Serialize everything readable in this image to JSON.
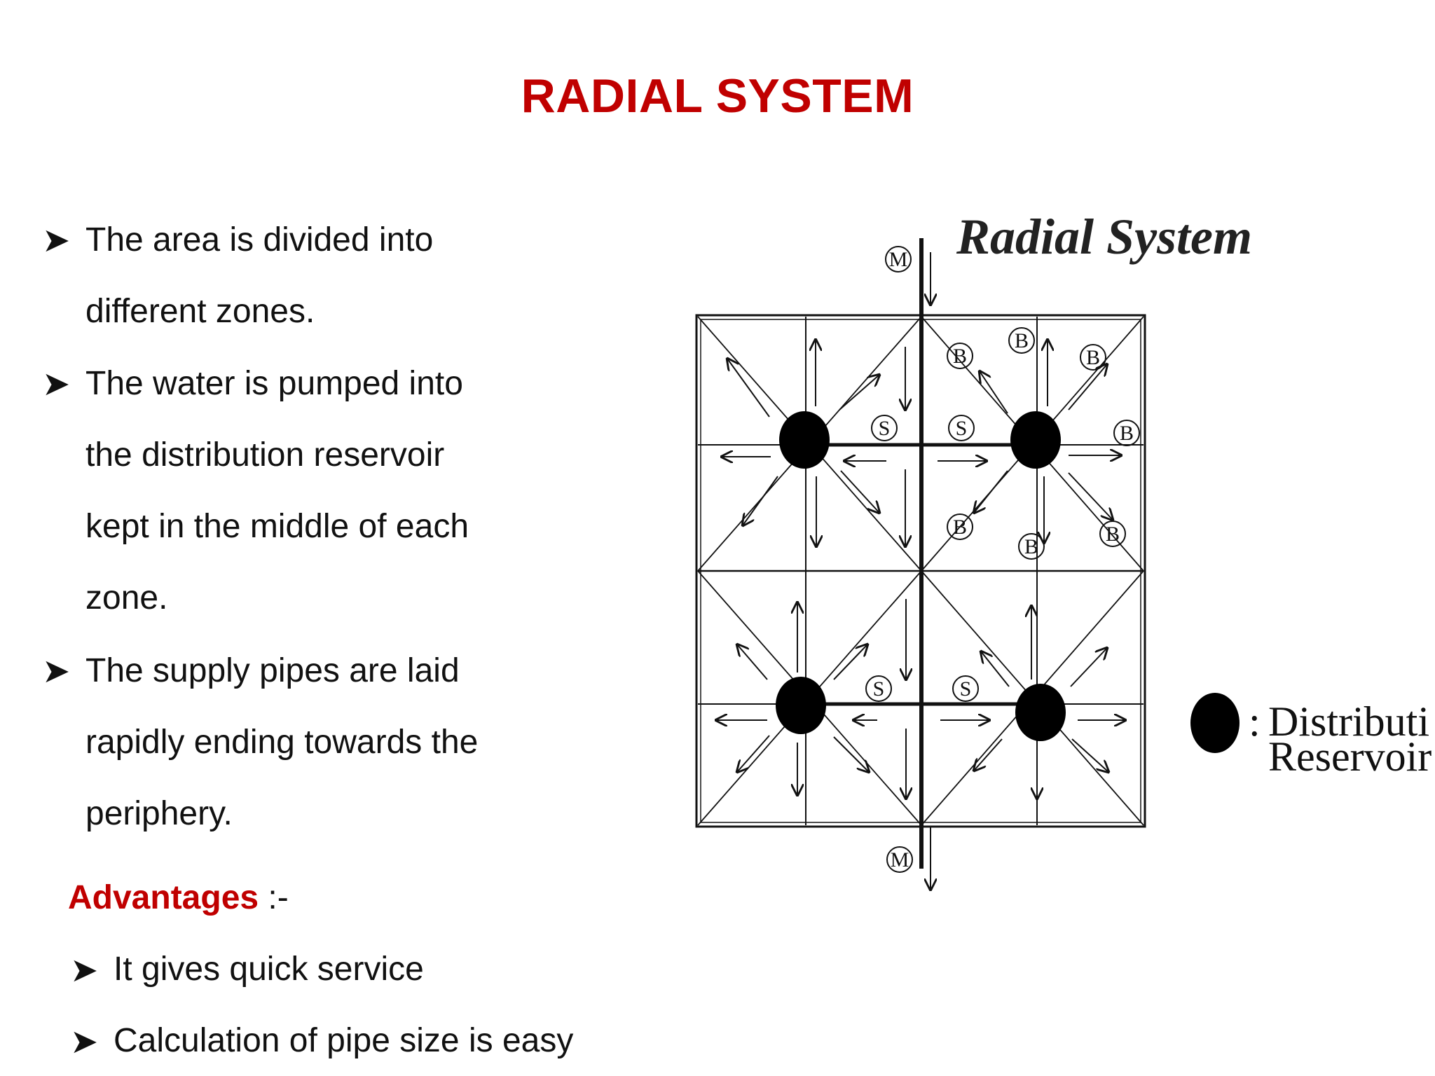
{
  "slide": {
    "title": "RADIAL SYSTEM"
  },
  "bullets": [
    {
      "lines": [
        "The area is divided into",
        "different zones."
      ]
    },
    {
      "lines": [
        "The water is pumped into",
        "the distribution reservoir",
        "kept in the middle of each",
        "zone."
      ]
    },
    {
      "lines": [
        "The supply pipes are laid",
        "rapidly ending towards the",
        "periphery."
      ]
    }
  ],
  "advantages": {
    "heading": "Advantages",
    "suffix": " :-",
    "items": [
      "It gives quick service",
      "Calculation of pipe size is easy"
    ]
  },
  "diagram": {
    "title": "Radial System",
    "main_label": "M",
    "sub_main_label": "S",
    "branch_label": "B",
    "legend_separator": ":",
    "legend_line1": "Distributi",
    "legend_line2": "Reservoir"
  },
  "colors": {
    "title_red": "#c00000",
    "text": "#111111"
  }
}
